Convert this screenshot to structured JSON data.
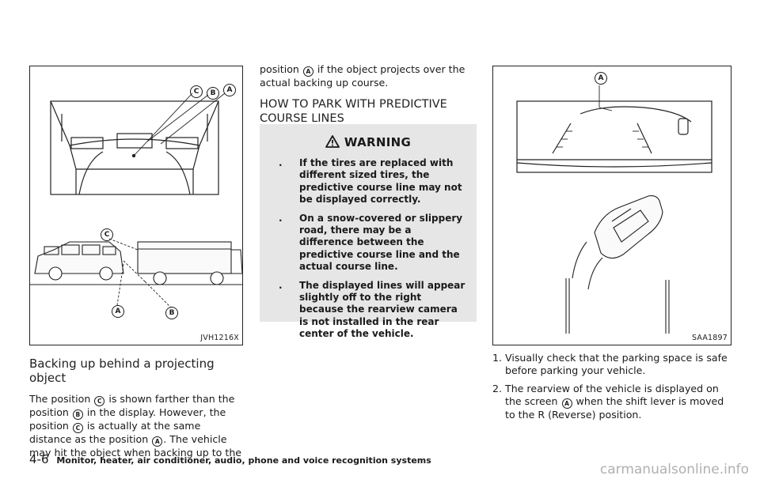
{
  "figure_left": {
    "code": "JVH1216X",
    "callouts": [
      "C",
      "B",
      "A"
    ],
    "side_callouts": [
      "C",
      "A",
      "B"
    ]
  },
  "figure_right": {
    "code": "SAA1897",
    "callout": "A"
  },
  "section_left": {
    "heading": "Backing up behind a projecting object",
    "paragraph": [
      {
        "t": "The position "
      },
      {
        "c": "C"
      },
      {
        "t": " is shown farther than the position "
      },
      {
        "c": "B"
      },
      {
        "t": " in the display. However, the position "
      },
      {
        "c": "C"
      },
      {
        "t": " is actually at the same distance as the position "
      },
      {
        "c": "A"
      },
      {
        "t": ". The vehicle may hit the object when backing up to the"
      }
    ]
  },
  "section_mid": {
    "continuation": [
      {
        "t": "position "
      },
      {
        "c": "A"
      },
      {
        "t": " if the object projects over the actual backing up course."
      }
    ],
    "heading_line1": "HOW TO PARK WITH PREDICTIVE",
    "heading_line2": "COURSE LINES",
    "warning_title": "WARNING",
    "warning_items": [
      "If the tires are replaced with different sized tires, the predictive course line may not be displayed correctly.",
      "On a snow-covered or slippery road, there may be a difference between the predictive course line and the actual course line.",
      "The displayed lines will appear slightly off to the right because the rearview camera is not installed in the rear center of the vehicle."
    ],
    "bullet": "."
  },
  "section_right": {
    "steps": [
      {
        "num": "1.",
        "parts": [
          {
            "t": "Visually check that the parking space is safe before parking your vehicle."
          }
        ]
      },
      {
        "num": "2.",
        "parts": [
          {
            "t": "The rearview of the vehicle is displayed on the screen "
          },
          {
            "c": "A"
          },
          {
            "t": " when the shift lever is moved to the R (Reverse) position."
          }
        ]
      }
    ]
  },
  "footer": {
    "page": "4-6",
    "title": "Monitor, heater, air conditioner, audio, phone and voice recognition systems"
  },
  "watermark": "carmanualsonline.info"
}
